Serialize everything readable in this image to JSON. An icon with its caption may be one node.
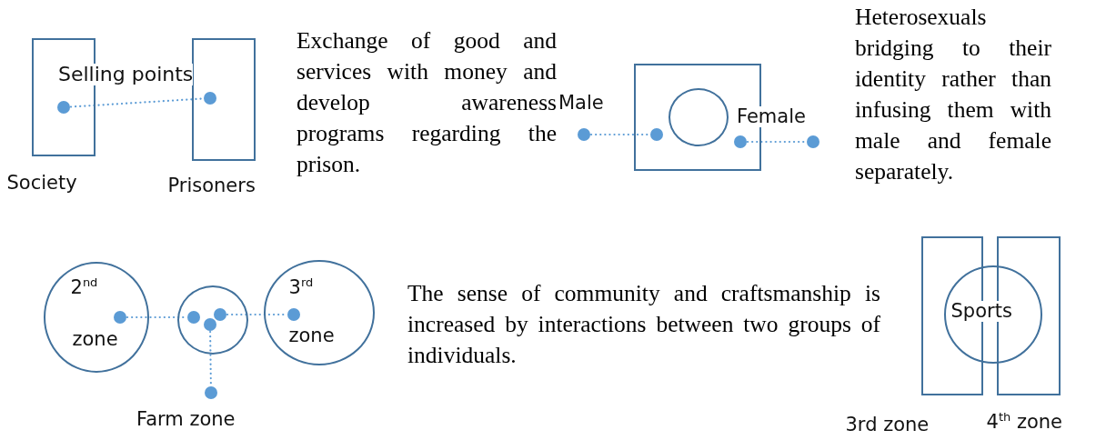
{
  "diagram": {
    "nodes": [
      {
        "text": [
          "Society"
        ]
      },
      {
        "text": [
          "Prisoners"
        ]
      },
      {
        "text": [],
        "shape": "circle",
        "in": 0
      },
      {
        "text": [],
        "shape": "circle",
        "in": 1
      },
      {
        "text": [],
        "shape": "box"
      },
      {
        "text": [],
        "shape": "circle",
        "in": 4
      },
      {
        "text": [],
        "shape": "circle",
        "beside": [
          "Male"
        ]
      },
      {
        "text": [],
        "shape": "circle",
        "in": 4
      },
      {
        "text": [],
        "shape": "circle",
        "in": 4
      },
      {
        "text": [],
        "shape": "circle",
        "beside": [
          "Female"
        ]
      },
      {
        "text": [
          "2$^{nd}$",
          "zone"
        ]
      },
      {
        "text": [],
        "shape": "circle"
      },
      {
        "text": [
          "3$^{rd}$",
          "zone"
        ]
      },
      {
        "text": [],
        "shape": "circle",
        "in": 10
      },
      {
        "text": [],
        "shape": "circle",
        "in": 11
      },
      {
        "text": [],
        "shape": "circle",
        "in": 11
      },
      {
        "text": [],
        "shape": "circle",
        "in": 11
      },
      {
        "text": [],
        "shape": "circle",
        "in": 12
      },
      {
        "text": [],
        "shape": "circle",
        "beside": [
          "Farm zone"
        ]
      },
      {
        "text": [
          "3rd zone"
        ]
      },
      {
        "text": [
          "4$^{th}$ zone"
        ]
      },
      {
        "text": [
          "Sports"
        ]
      }
    ],
    "edges": [
      {
        "from": 2,
        "to": 3,
        "arrow": "none",
        "label": "Selling points"
      },
      {
        "from": 6,
        "to": 7,
        "arrow": "none"
      },
      {
        "from": 8,
        "to": 9,
        "arrow": "none"
      },
      {
        "from": 13,
        "to": 14,
        "arrow": "none"
      },
      {
        "from": 15,
        "to": 17,
        "arrow": "none"
      },
      {
        "from": 16,
        "to": 18,
        "arrow": "none"
      }
    ],
    "labels": [
      "Exchange of good and services with money and develop awareness programs regarding the prison.",
      "Heterosexuals bridging to their identity rather than infusing them with male and female separately.",
      "The sense of community and craftsmanship is increased by interactions between two groups of individuals."
    ]
  }
}
